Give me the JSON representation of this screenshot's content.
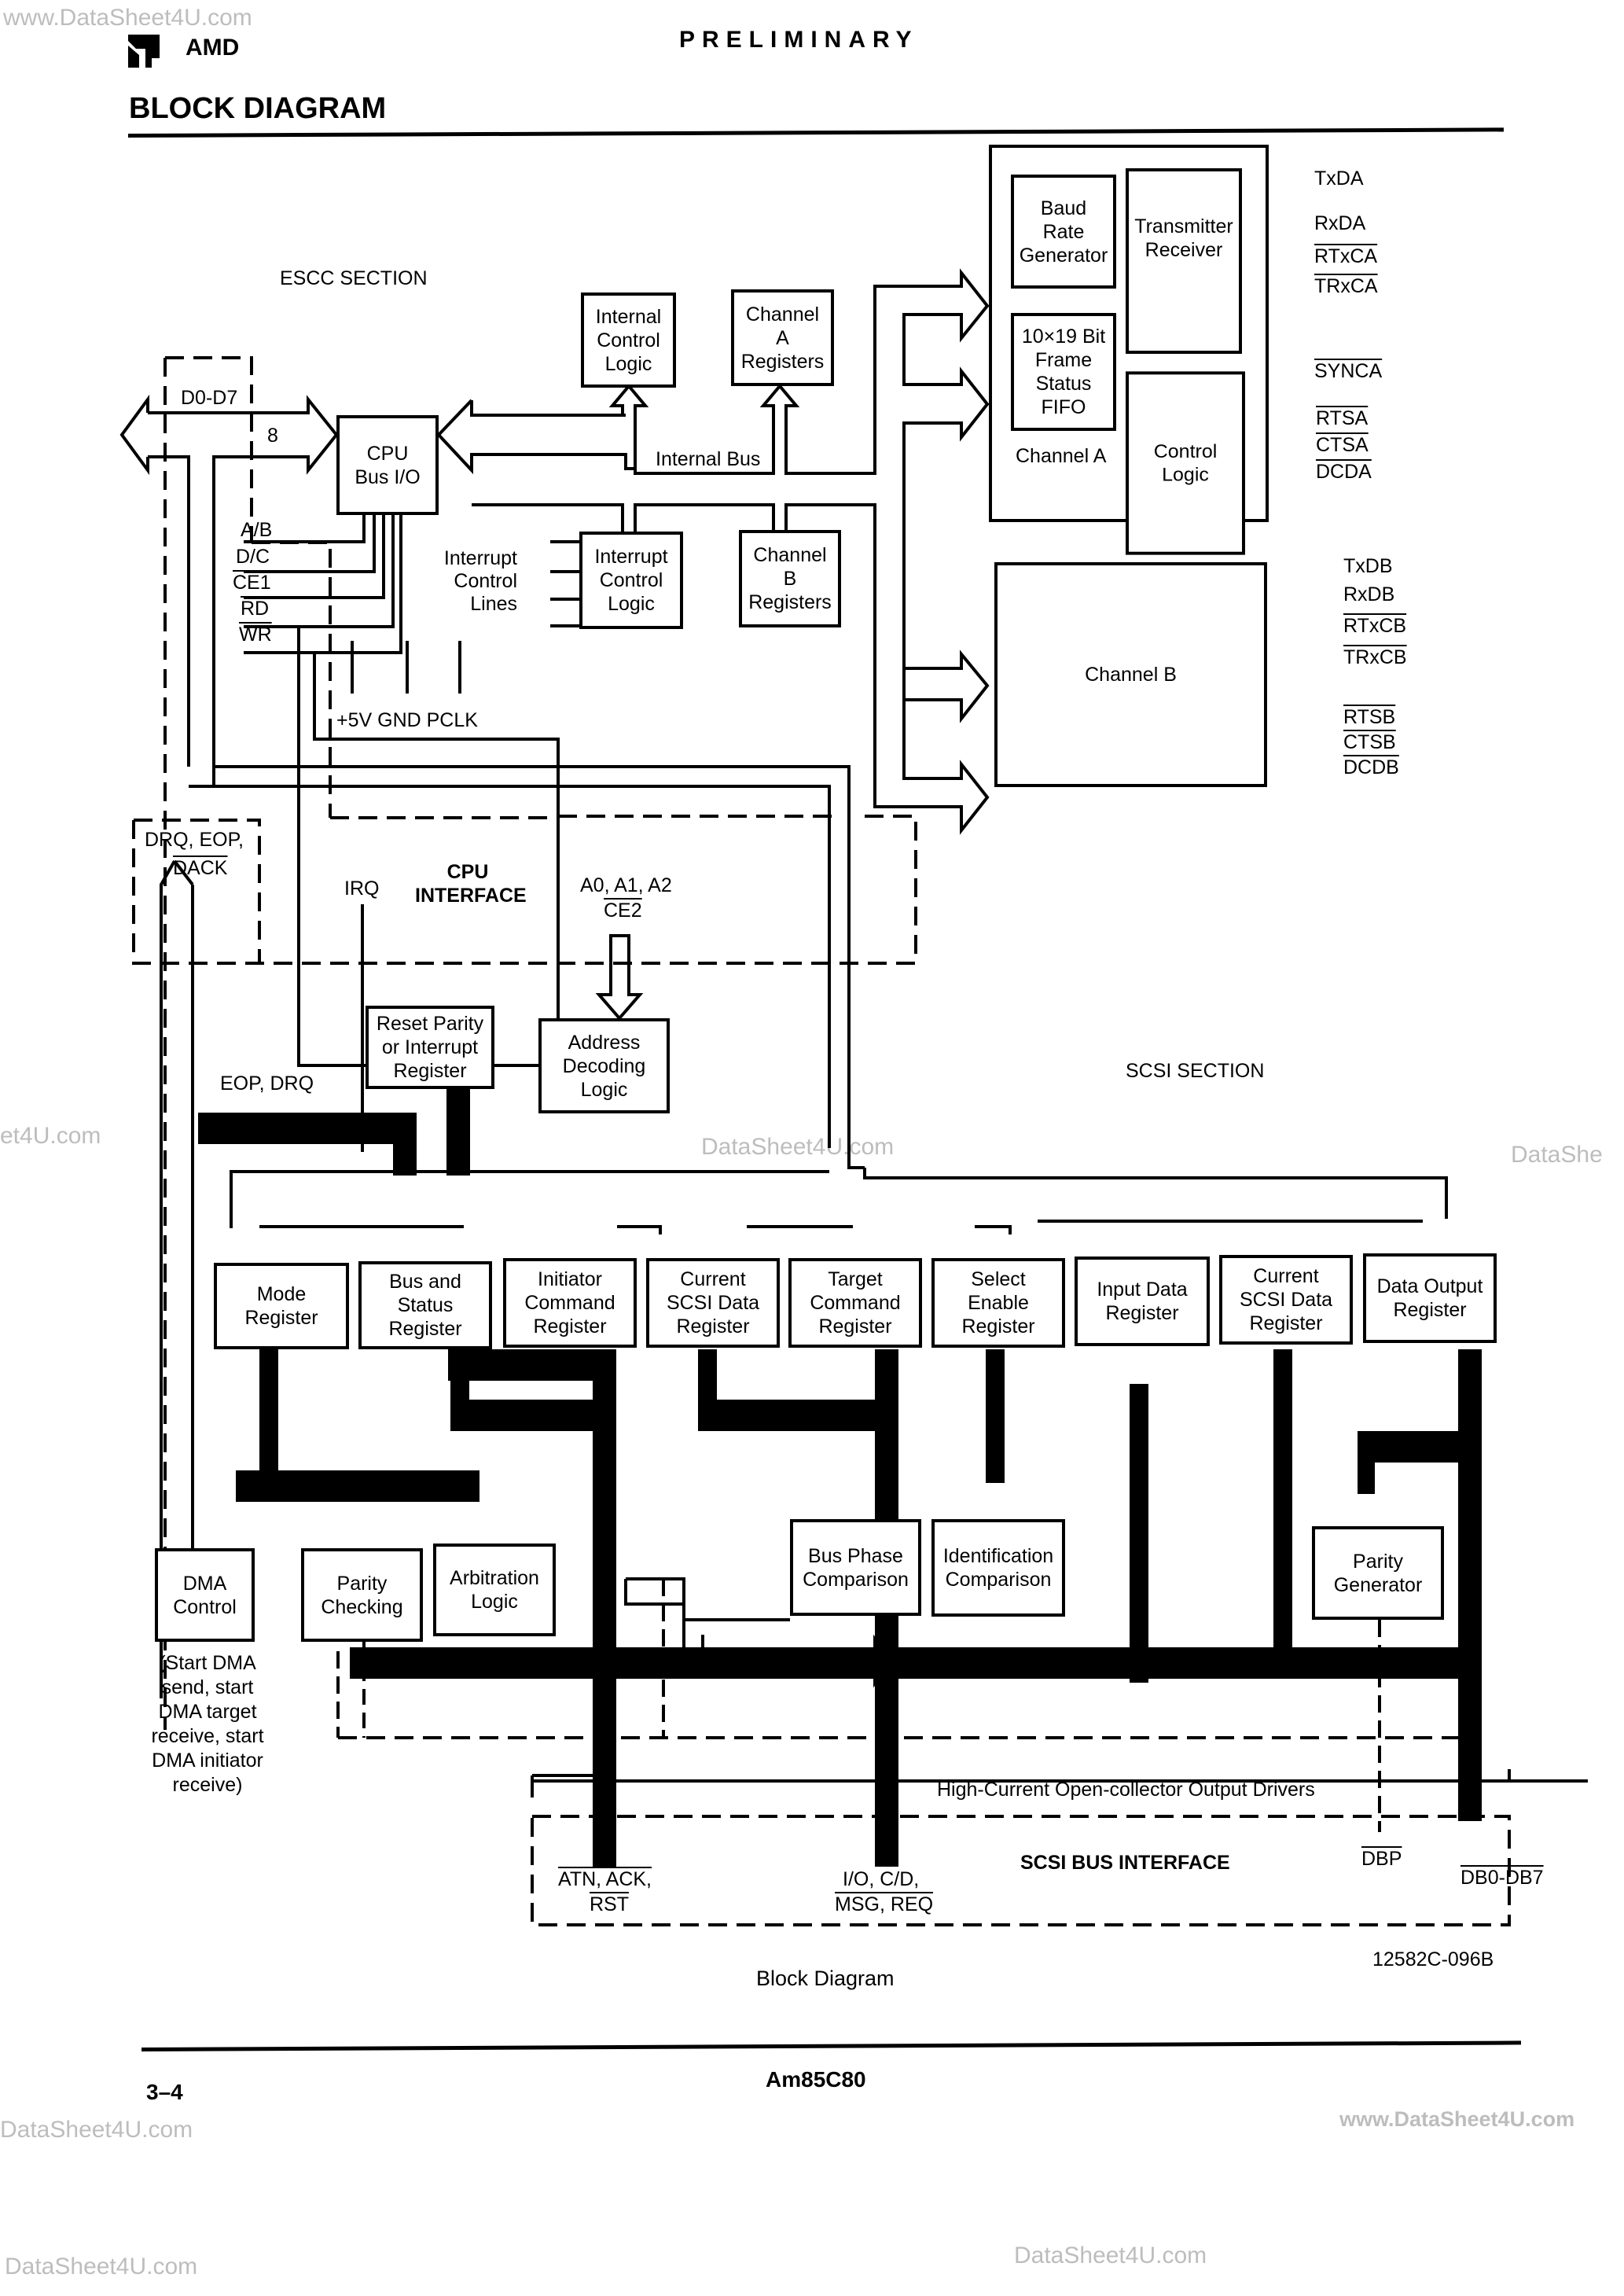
{
  "watermarks": {
    "top_left": "www.DataSheet4U.com",
    "mid_left": "et4U.com",
    "mid_center": "DataSheet4U.com",
    "mid_right": "DataShe",
    "bottom_left": "DataSheet4U.com",
    "bottom_right": "www.DataSheet4U.com",
    "bottom_center": "DataSheet4U.com",
    "footer_left": "DataSheet4U.com"
  },
  "header": {
    "logo_text": "AMD",
    "status": "PRELIMINARY",
    "section_title": "BLOCK DIAGRAM"
  },
  "escc": {
    "section_label": "ESCC SECTION",
    "data_bus_label": "D0-D7",
    "bus_width": "8",
    "cpu_bus_io": "CPU\nBus I/O",
    "internal_control_logic": "Internal\nControl\nLogic",
    "channel_a_registers": "Channel\nA\nRegisters",
    "channel_b_registers": "Channel\nB\nRegisters",
    "interrupt_control_logic": "Interrupt\nControl\nLogic",
    "interrupt_control_lines": "Interrupt\nControl\nLines",
    "internal_bus": "Internal Bus",
    "cpu_signals": [
      "A/B",
      "D/C",
      "CE1",
      "RD",
      "WR"
    ],
    "power_label": "+5V GND PCLK",
    "channel_a": {
      "title": "Channel A",
      "baud_rate_generator": "Baud\nRate\nGenerator",
      "transmitter_receiver": "Transmitter\nReceiver",
      "fifo": "10×19 Bit\nFrame\nStatus\nFIFO",
      "control_logic": "Control\nLogic",
      "pins": [
        "TxDA",
        "RxDA",
        "RTxCA",
        "TRxCA",
        "SYNCA",
        "RTSA",
        "CTSA",
        "DCDA"
      ]
    },
    "channel_b": {
      "title": "Channel B",
      "pins": [
        "TxDB",
        "RxDB",
        "RTxCB",
        "TRxCB",
        "RTSB",
        "CTSB",
        "DCDB"
      ]
    }
  },
  "cpu_interface": {
    "title_line1": "CPU",
    "title_line2": "INTERFACE",
    "dma_signals_line1": "DRQ, EOP,",
    "dma_signals_line2": "DACK",
    "irq": "IRQ",
    "address_line1": "A0, A1, A2",
    "address_line2": "CE2",
    "reset_parity_register": "Reset Parity\nor Interrupt\nRegister",
    "address_decoding_logic": "Address\nDecoding\nLogic",
    "eop_drq": "EOP, DRQ"
  },
  "scsi": {
    "section_label": "SCSI SECTION",
    "registers": [
      "Mode\nRegister",
      "Bus and\nStatus\nRegister",
      "Initiator\nCommand\nRegister",
      "Current\nSCSI Data\nRegister",
      "Target\nCommand\nRegister",
      "Select\nEnable\nRegister",
      "Input Data\nRegister",
      "Current\nSCSI Data\nRegister",
      "Data Output\nRegister"
    ],
    "dma_control": "DMA\nControl",
    "dma_note": "(Start DMA\nsend, start\nDMA target\nreceive, start\nDMA initiator\nreceive)",
    "parity_checking": "Parity\nChecking",
    "arbitration_logic": "Arbitration\nLogic",
    "bus_phase_comparison": "Bus Phase\nComparison",
    "identification_comparison": "Identification\nComparison",
    "parity_generator": "Parity\nGenerator",
    "output_drivers": "High-Current Open-collector Output Drivers",
    "bus_interface": "SCSI BUS INTERFACE",
    "atn_group_line1": "ATN, ACK,",
    "atn_group_line2": "RST",
    "io_group_line1": "I/O, C/D,",
    "io_group_line2": "MSG, REQ",
    "dbp": "DBP",
    "db": "DB0-DB7"
  },
  "caption": "Block Diagram",
  "figure_id": "12582C-096B",
  "footer": {
    "page": "3–4",
    "part": "Am85C80"
  }
}
